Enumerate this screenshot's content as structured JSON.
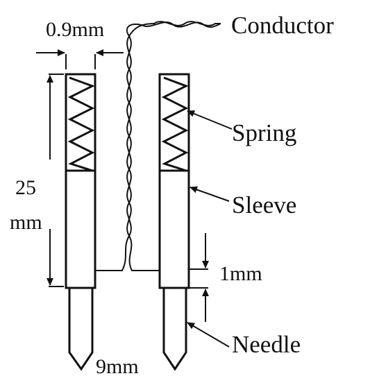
{
  "labels": {
    "conductor": "Conductor",
    "spring": "Spring",
    "sleeve": "Sleeve",
    "needle": "Needle"
  },
  "dimensions": {
    "wire_gap": "0.9mm",
    "length_value": "25",
    "length_unit": "mm",
    "tip_gap": "1mm",
    "spacing": "9mm"
  }
}
